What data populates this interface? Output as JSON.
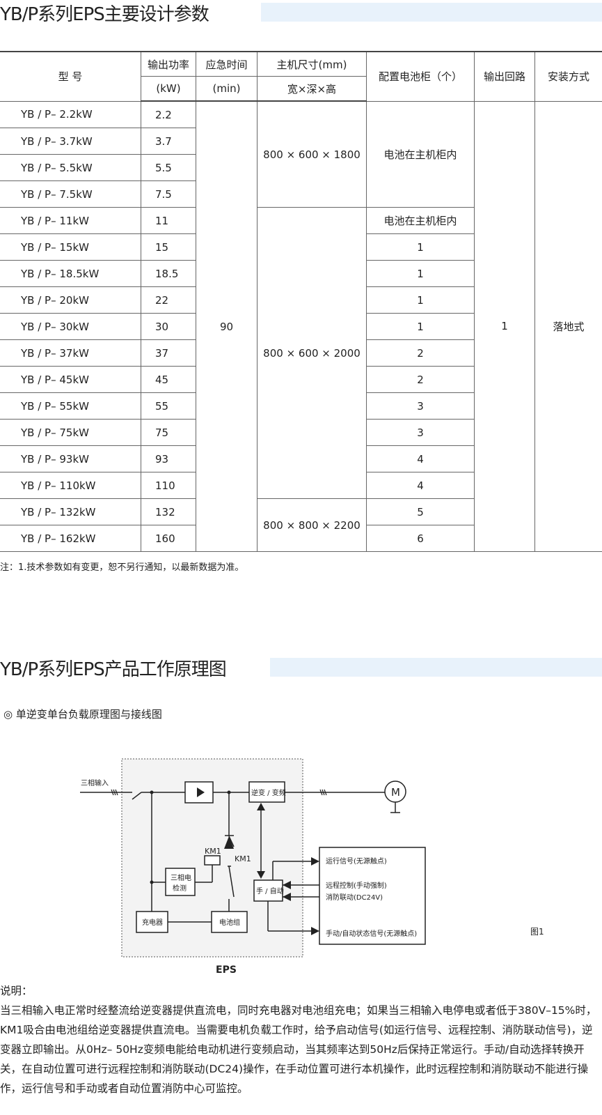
{
  "section1": {
    "title": "YB/P系列EPS主要设计参数"
  },
  "table": {
    "headers": {
      "model": "型 号",
      "power_1": "输出功率",
      "power_2": "(kW)",
      "time_1": "应急时间",
      "time_2": "(min)",
      "size_1": "主机尺寸(mm)",
      "size_2": "宽×深×高",
      "battery": "配置电池柜（个）",
      "loop": "输出回路",
      "install": "安装方式"
    },
    "rows": [
      {
        "model": "YB / P– 2.2kW",
        "power": "2.2"
      },
      {
        "model": "YB / P– 3.7kW",
        "power": "3.7"
      },
      {
        "model": "YB / P– 5.5kW",
        "power": "5.5"
      },
      {
        "model": "YB / P– 7.5kW",
        "power": "7.5"
      },
      {
        "model": "YB / P– 11kW",
        "power": "11",
        "battery": "电池在主机柜内"
      },
      {
        "model": "YB / P– 15kW",
        "power": "15",
        "battery": "1"
      },
      {
        "model": "YB / P– 18.5kW",
        "power": "18.5",
        "battery": "1"
      },
      {
        "model": "YB / P– 20kW",
        "power": "22",
        "battery": "1"
      },
      {
        "model": "YB / P– 30kW",
        "power": "30",
        "battery": "1"
      },
      {
        "model": "YB / P– 37kW",
        "power": "37",
        "battery": "2"
      },
      {
        "model": "YB / P– 45kW",
        "power": "45",
        "battery": "2"
      },
      {
        "model": "YB / P– 55kW",
        "power": "55",
        "battery": "3"
      },
      {
        "model": "YB / P– 75kW",
        "power": "75",
        "battery": "3"
      },
      {
        "model": "YB / P– 93kW",
        "power": "93",
        "battery": "4"
      },
      {
        "model": "YB / P– 110kW",
        "power": "110",
        "battery": "4"
      },
      {
        "model": "YB / P– 132kW",
        "power": "132",
        "battery": "5"
      },
      {
        "model": "YB / P– 162kW",
        "power": "160",
        "battery": "6"
      }
    ],
    "merged": {
      "time": "90",
      "size_a": "800 × 600 × 1800",
      "size_b": "800 × 600 × 2000",
      "size_c": "800 × 800 × 2200",
      "battery_a": "电池在主机柜内",
      "loop": "1",
      "install": "落地式"
    }
  },
  "note": "注：1.技术参数如有变更，恕不另行通知，以最新数据为准。",
  "section2": {
    "title": "YB/P系列EPS产品工作原理图",
    "subtitle": "◎  单逆变单台负载原理图与接线图"
  },
  "diagram": {
    "input": "三相输入",
    "inverter": "逆变 / 变频",
    "motor": "M",
    "km1_coil": "KM1",
    "km1_switch": "KM1",
    "detect_1": "三相电",
    "detect_2": "检测",
    "charger": "充电器",
    "battery": "电池组",
    "manual_auto": "手 / 自动",
    "sig_run": "运行信号(无源触点)",
    "sig_remote": "远程控制(手动强制)",
    "sig_fire": "消防联动(DC24V)",
    "sig_state": "手动/自动状态信号(无源触点)",
    "fig": "图1",
    "eps": "EPS"
  },
  "description": {
    "label": "说明：",
    "text": "当三相输入电正常时经整流给逆变器提供直流电，同时充电器对电池组充电；如果当三相输入电停电或者低于380V–15%时，KM1吸合由电池组给逆变器提供直流电。当需要电机负载工作时，给予启动信号(如运行信号、远程控制、消防联动信号)，逆变器立即输出。从0Hz– 50Hz变频电能给电动机进行变频启动，当其频率达到50Hz后保持正常运行。手动/自动选择转换开关，在自动位置可进行远程控制和消防联动(DC24)操作，在手动位置可进行本机操作，此时远程控制和消防联动不能进行操作，运行信号和手动或者自动位置消防中心可监控。"
  }
}
